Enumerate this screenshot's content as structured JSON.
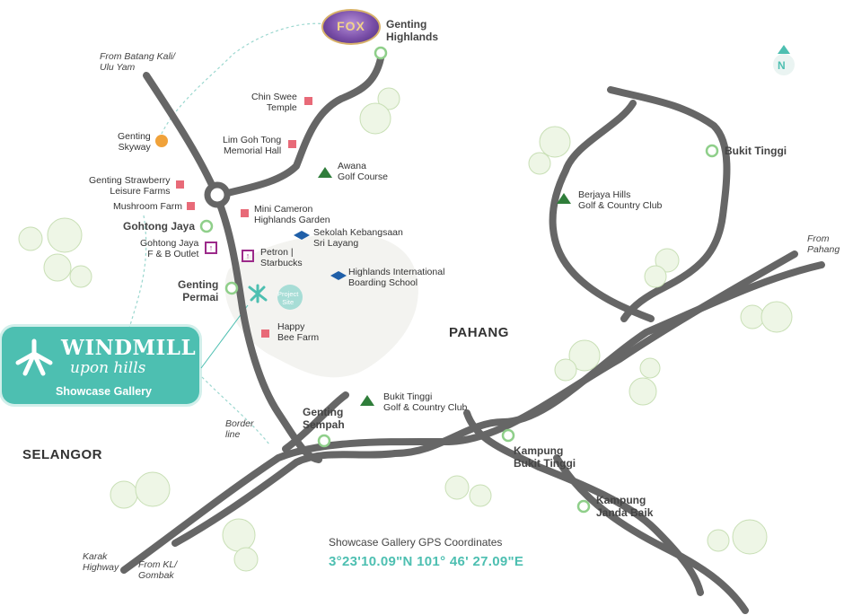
{
  "regions": {
    "selangor": "SELANGOR",
    "pahang": "PAHANG"
  },
  "towns": {
    "genting_highlands": [
      "Genting",
      "Highlands"
    ],
    "gohtong_jaya": "Gohtong Jaya",
    "genting_permai": [
      "Genting",
      "Permai"
    ],
    "genting_sempah": [
      "Genting",
      "Sempah"
    ],
    "bukit_tinggi": "Bukit Tinggi",
    "kampung_bukit_tinggi": [
      "Kampung",
      "Bukit Tinggi"
    ],
    "kampung_janda_baik": [
      "Kampung",
      "Janda Baik"
    ]
  },
  "roads": {
    "batang_kali": [
      "From Batang Kali/",
      "Ulu Yam"
    ],
    "from_pahang": [
      "From",
      "Pahang"
    ],
    "karak": [
      "Karak",
      "Highway"
    ],
    "from_kl": [
      "From KL/",
      "Gombak"
    ],
    "border": [
      "Border",
      "line"
    ]
  },
  "places": {
    "chin_swee": [
      "Chin Swee",
      "Temple"
    ],
    "genting_skyway": [
      "Genting",
      "Skyway"
    ],
    "lim_goh_tong": [
      "Lim Goh Tong",
      "Memorial Hall"
    ],
    "awana": [
      "Awana",
      "Golf Course"
    ],
    "strawberry": [
      "Genting Strawberry",
      "Leisure Farms"
    ],
    "mushroom": "Mushroom Farm",
    "mini_cameron": [
      "Mini Cameron",
      "Highlands Garden"
    ],
    "sekolah": [
      "Sekolah Kebangsaan",
      "Sri Layang"
    ],
    "gohtong_fnb": [
      "Gohtong Jaya",
      "F & B Outlet"
    ],
    "petron": [
      "Petron |",
      "Starbucks"
    ],
    "highlands_intl": [
      "Highlands International",
      "Boarding School"
    ],
    "project_site": [
      "Project",
      "Site"
    ],
    "happy_bee": [
      "Happy",
      "Bee Farm"
    ],
    "berjaya": [
      "Berjaya Hills",
      "Golf & Country Club"
    ],
    "bukit_tinggi_golf": [
      "Bukit Tinggi",
      "Golf & Country Club"
    ]
  },
  "fox_world": "FOX",
  "compass": "N",
  "callout": {
    "title": "WINDMILL",
    "subtitle": "upon hills",
    "gallery": "Showcase Gallery"
  },
  "gps": {
    "title": "Showcase Gallery GPS Coordinates",
    "value": "3°23'10.09\"N 101° 46' 27.09\"E"
  },
  "colors": {
    "road": "#666666",
    "teal": "#4dbfb1",
    "pin": "#e86a78",
    "school": "#1f5fa8",
    "golf": "#2f7d3a",
    "fnb": "#9c2a8a"
  }
}
